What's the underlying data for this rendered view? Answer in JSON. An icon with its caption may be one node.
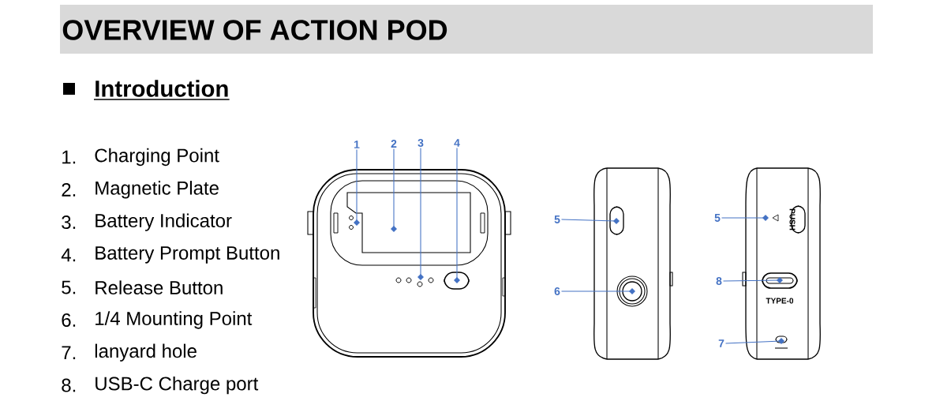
{
  "diagram": {
    "title": "OVERVIEW OF ACTION POD",
    "nodes": [
      {
        "text": [
          "1"
        ]
      },
      {
        "text": [
          "2"
        ]
      },
      {
        "text": [
          "3"
        ]
      },
      {
        "text": [
          "4"
        ]
      },
      {
        "text": [
          "5"
        ]
      },
      {
        "text": [
          "6"
        ]
      },
      {
        "text": [
          "5"
        ]
      },
      {
        "text": [
          "8"
        ]
      },
      {
        "text": [
          "7"
        ]
      }
    ],
    "edges": [
      {
        "from": 0,
        "to": null,
        "arrow": "other"
      },
      {
        "from": 1,
        "to": null,
        "arrow": "other"
      },
      {
        "from": 2,
        "to": null,
        "arrow": "other"
      },
      {
        "from": 3,
        "to": null,
        "arrow": "other"
      },
      {
        "from": 4,
        "to": null,
        "arrow": "other"
      },
      {
        "from": 5,
        "to": null,
        "arrow": "other"
      },
      {
        "from": 6,
        "to": null,
        "arrow": "other"
      },
      {
        "from": 7,
        "to": null,
        "arrow": "other"
      },
      {
        "from": 8,
        "to": null,
        "arrow": "other"
      }
    ],
    "labels": [
      "Introduction",
      "1.",
      "Charging Point",
      "2.",
      "Magnetic Plate",
      "3.",
      "Battery Indicator",
      "4.",
      "Battery Prompt Button",
      "5.",
      "Release Button",
      "6.",
      "1/4 Mounting Point",
      "7.",
      "lanyard hole",
      "8.",
      "USB-C Charge port",
      "PUSH",
      "TYPE-0"
    ]
  }
}
